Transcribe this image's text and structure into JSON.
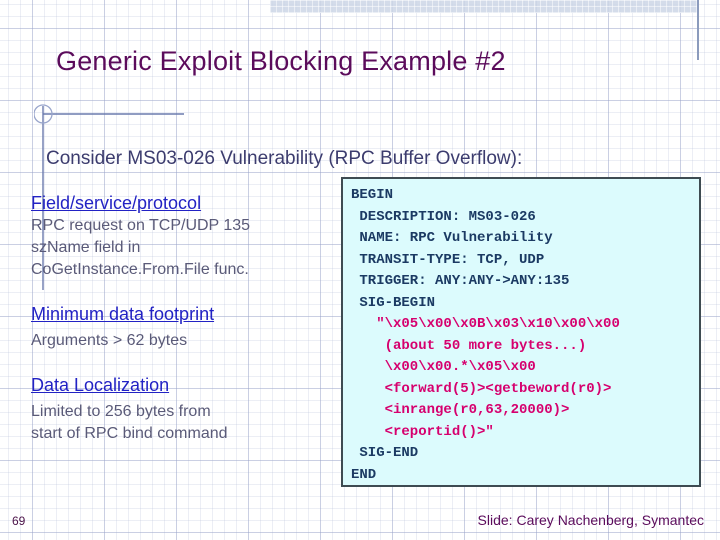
{
  "slide": {
    "title": "Generic Exploit Blocking Example #2",
    "subtitle": "Consider MS03-026  Vulnerability (RPC Buffer Overflow):",
    "page_number": "69",
    "credit": "Slide: Carey Nachenberg, Symantec",
    "colors": {
      "title": "#5b0b5b",
      "subtitle": "#3c3c6e",
      "heading": "#2222c4",
      "body": "#5a5a78",
      "code_key": "#1b3a63",
      "code_signature": "#d6006e",
      "code_background": "#dcfbfd",
      "code_border": "#3e4b52"
    }
  },
  "left_column": {
    "blocks": [
      {
        "heading": "Field/service/protocol",
        "lines": [
          "RPC request on TCP/UDP 135",
          "szName field in",
          "CoGetInstance.From.File func."
        ]
      },
      {
        "heading": "Minimum data footprint",
        "lines": [
          "Arguments > 62 bytes"
        ]
      },
      {
        "heading": "Data Localization",
        "lines": [
          "Limited to 256 bytes from",
          "start of RPC bind command"
        ]
      }
    ]
  },
  "code_box": {
    "lines": [
      {
        "text": "BEGIN",
        "style": "key"
      },
      {
        "text": " DESCRIPTION: MS03-026",
        "style": "key"
      },
      {
        "text": " NAME: RPC Vulnerability",
        "style": "key"
      },
      {
        "text": " TRANSIT-TYPE: TCP, UDP",
        "style": "key"
      },
      {
        "text": " TRIGGER: ANY:ANY->ANY:135",
        "style": "key"
      },
      {
        "text": " SIG-BEGIN",
        "style": "key"
      },
      {
        "text": "   \"\\x05\\x00\\x0B\\x03\\x10\\x00\\x00",
        "style": "sig"
      },
      {
        "text": "    (about 50 more bytes...)",
        "style": "sig"
      },
      {
        "text": "    \\x00\\x00.*\\x05\\x00",
        "style": "sig"
      },
      {
        "text": "    <forward(5)><getbeword(r0)>",
        "style": "sig"
      },
      {
        "text": "    <inrange(r0,63,20000)>",
        "style": "sig"
      },
      {
        "text": "    <reportid()>\"",
        "style": "sig"
      },
      {
        "text": " SIG-END",
        "style": "key"
      },
      {
        "text": "END",
        "style": "key"
      }
    ]
  }
}
